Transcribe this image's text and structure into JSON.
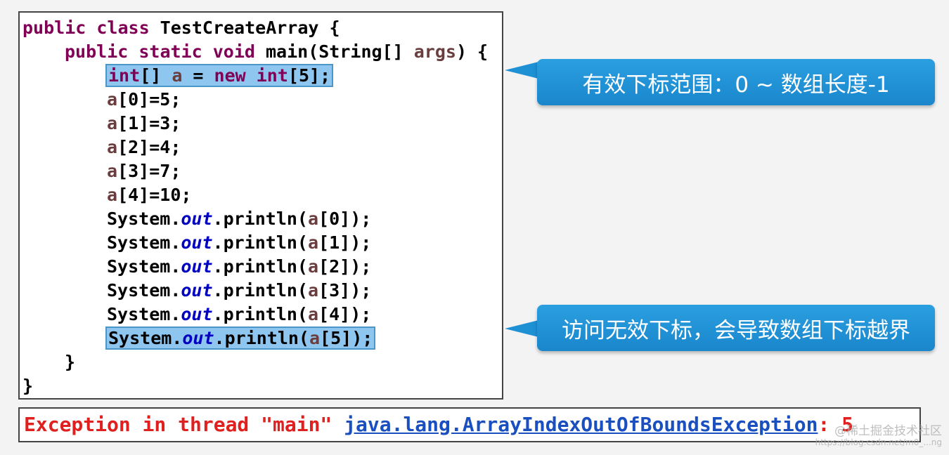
{
  "code": {
    "line1": {
      "kw": "public class",
      "rest": " TestCreateArray {"
    },
    "line2": {
      "kw": "public static void",
      "rest1": " main(String[] ",
      "var": "args",
      "rest2": ") {"
    },
    "line3": {
      "kw1": "int",
      "mid1": "[] ",
      "var": "a",
      "mid2": " = ",
      "kw2": "new",
      "sp": " ",
      "kw3": "int",
      "rest": "[5];"
    },
    "assigns": [
      {
        "var": "a",
        "rest": "[0]=5;"
      },
      {
        "var": "a",
        "rest": "[1]=3;"
      },
      {
        "var": "a",
        "rest": "[2]=4;"
      },
      {
        "var": "a",
        "rest": "[3]=7;"
      },
      {
        "var": "a",
        "rest": "[4]=10;"
      }
    ],
    "prints": [
      {
        "pre": "System.",
        "field": "out",
        "mid": ".println(",
        "var": "a",
        "rest": "[0]);"
      },
      {
        "pre": "System.",
        "field": "out",
        "mid": ".println(",
        "var": "a",
        "rest": "[1]);"
      },
      {
        "pre": "System.",
        "field": "out",
        "mid": ".println(",
        "var": "a",
        "rest": "[2]);"
      },
      {
        "pre": "System.",
        "field": "out",
        "mid": ".println(",
        "var": "a",
        "rest": "[3]);"
      },
      {
        "pre": "System.",
        "field": "out",
        "mid": ".println(",
        "var": "a",
        "rest": "[4]);"
      },
      {
        "pre": "System.",
        "field": "out",
        "mid": ".println(",
        "var": "a",
        "rest": "[5]);"
      }
    ],
    "close_method": "}",
    "close_class": "}"
  },
  "callouts": {
    "valid_range": "有效下标范围：0 ~ 数组长度-1",
    "out_of_bounds": "访问无效下标，会导致数组下标越界"
  },
  "exception": {
    "prefix": "Exception in thread \"main\" ",
    "link": "java.lang.ArrayIndexOutOfBoundsException",
    "suffix": ": 5"
  },
  "watermark": {
    "text": "@稀土掘金技术社区",
    "url": "https://blog.csdn.net/m0_...ng"
  },
  "colors": {
    "keyword": "#7f0055",
    "variable": "#6a3e3e",
    "static_field": "#0000c0",
    "highlight": "#8ec6f0",
    "callout_bg": "#1e90d4",
    "exception_text": "#e0201e",
    "exception_link": "#1a4fc0"
  }
}
